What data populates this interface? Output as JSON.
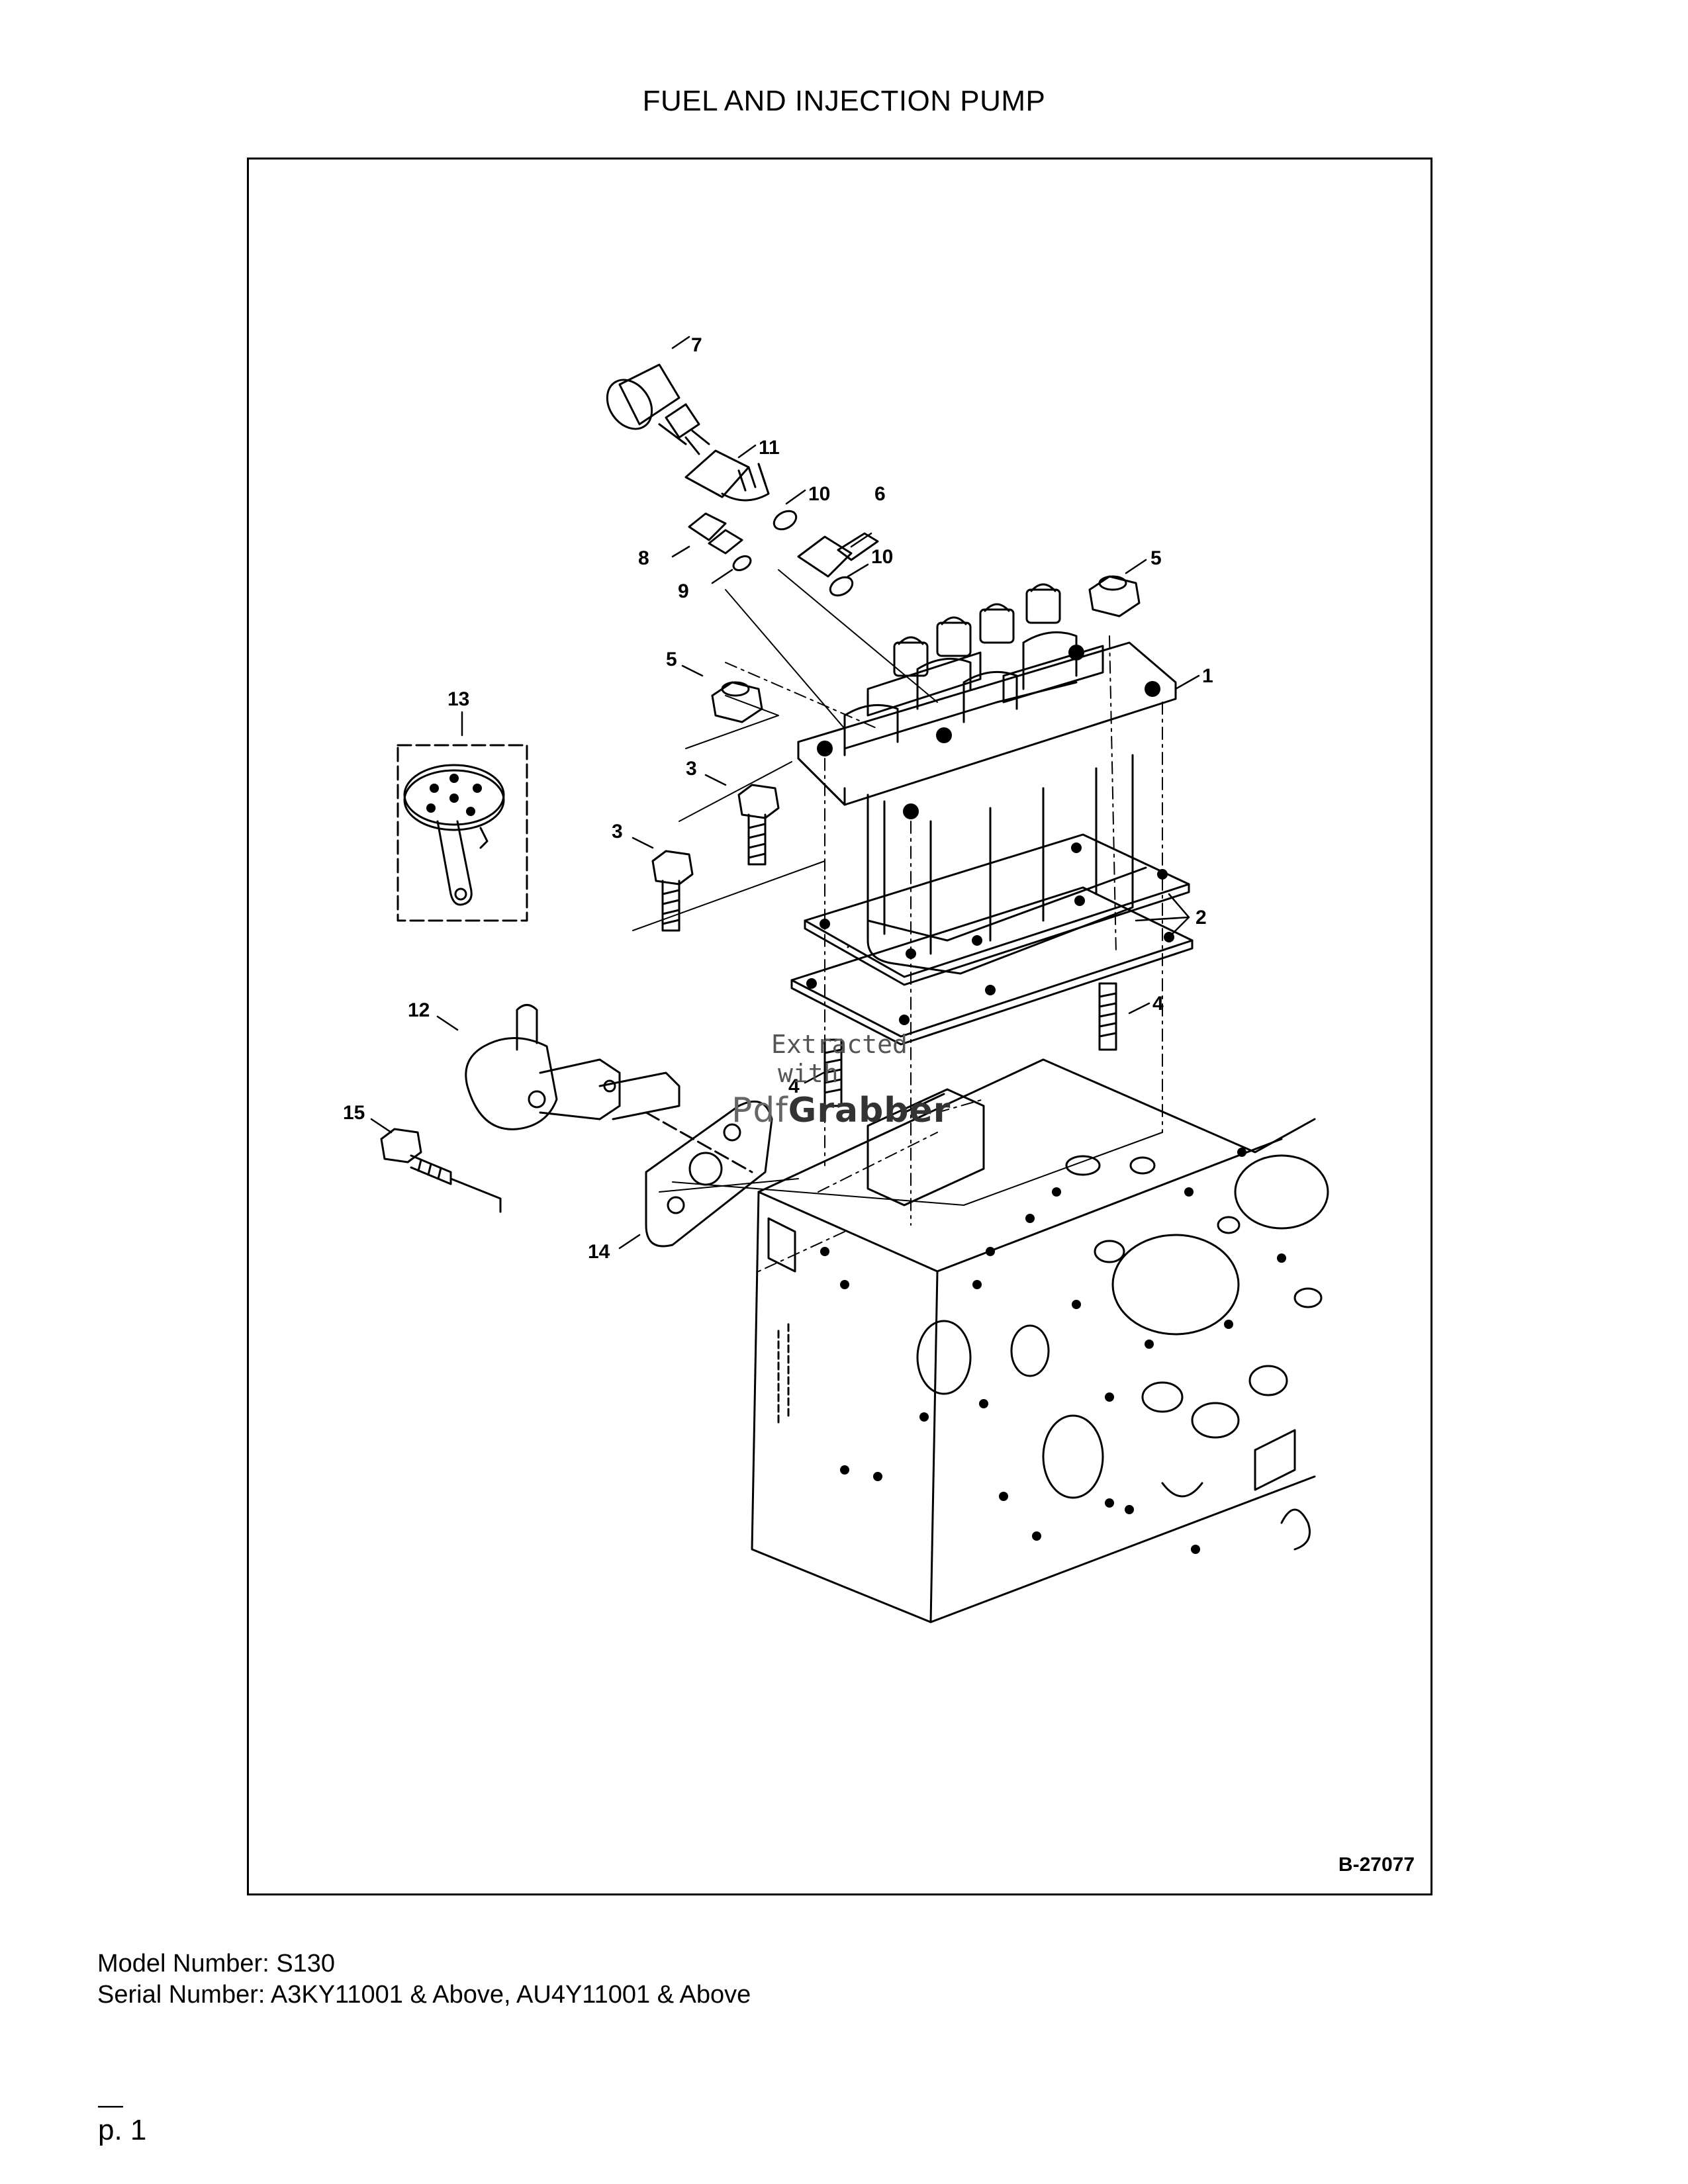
{
  "document": {
    "title": "FUEL AND INJECTION PUMP",
    "drawing_code": "B-27077",
    "model_line": "Model Number: S130",
    "serial_line": "Serial Number: A3KY11001 & Above, AU4Y11001 & Above",
    "page_mark": "—",
    "page_number": "p. 1"
  },
  "callouts": [
    "7",
    "11",
    "10",
    "6",
    "8",
    "9",
    "10",
    "5",
    "5",
    "1",
    "13",
    "3",
    "3",
    "2",
    "4",
    "12",
    "4",
    "15",
    "14"
  ],
  "watermark": {
    "line1": "Extracted",
    "line2": "with",
    "line3_a": "Pdf",
    "line3_b": "Grabber"
  }
}
